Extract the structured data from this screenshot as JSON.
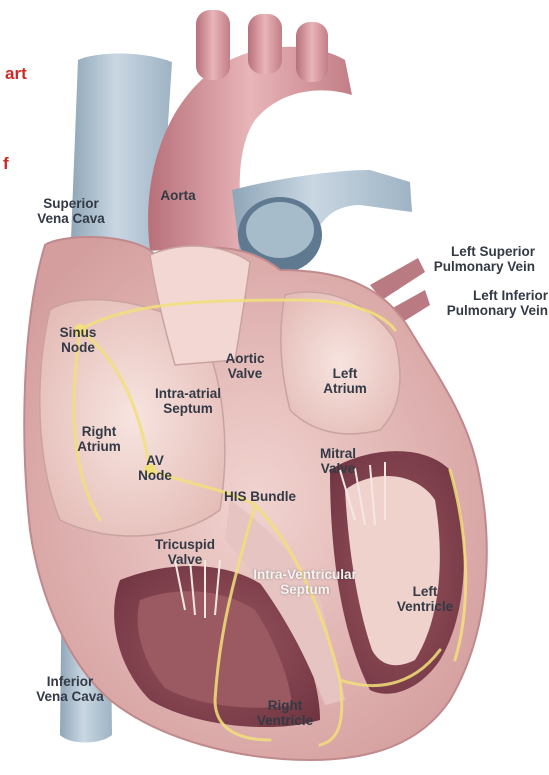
{
  "theme": {
    "fragment_color": "#cc2a25",
    "label_color": "#333a45"
  },
  "fragments": {
    "line1": "art",
    "line2": "f"
  },
  "labels": {
    "aorta": "Aorta",
    "superior_vena_cava": "Superior\nVena Cava",
    "left_superior_pulmonary_vein": "Left Superior\nPulmonary Vein",
    "left_inferior_pulmonary_vein": "Left Inferior\nPulmonary Vein",
    "sinus_node": "Sinus\nNode",
    "aortic_valve": "Aortic\nValve",
    "left_atrium": "Left\nAtrium",
    "intra_atrial_septum": "Intra-atrial\nSeptum",
    "right_atrium": "Right\nAtrium",
    "av_node": "AV\nNode",
    "mitral_valve": "Mitral\nValve",
    "his_bundle": "HIS Bundle",
    "tricuspid_valve": "Tricuspid\nValve",
    "intra_ventricular_septum": "Intra-Ventricular\nSeptum",
    "left_ventricle": "Left\nVentricle",
    "inferior_vena_cava": "Inferior\nVena Cava",
    "right_ventricle": "Right\nVentricle"
  }
}
